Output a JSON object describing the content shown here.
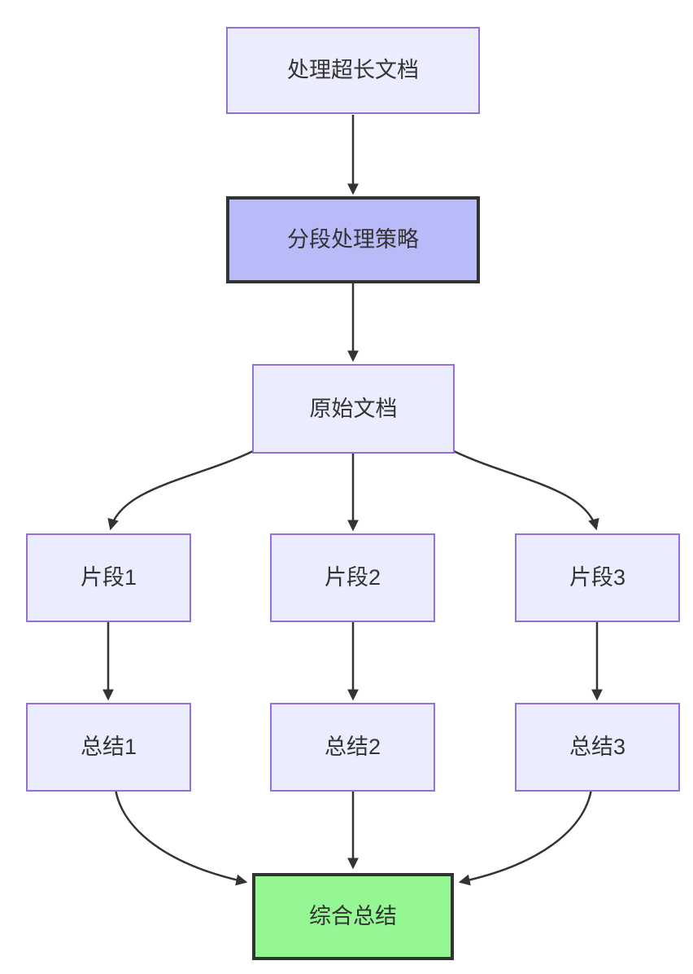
{
  "diagram": {
    "type": "flowchart",
    "direction": "top-down",
    "nodes": {
      "process": {
        "label": "处理超长文档"
      },
      "strategy": {
        "label": "分段处理策略"
      },
      "original": {
        "label": "原始文档"
      },
      "frag1": {
        "label": "片段1"
      },
      "frag2": {
        "label": "片段2"
      },
      "frag3": {
        "label": "片段3"
      },
      "sum1": {
        "label": "总结1"
      },
      "sum2": {
        "label": "总结2"
      },
      "sum3": {
        "label": "总结3"
      },
      "final": {
        "label": "综合总结"
      }
    },
    "edges": [
      {
        "from": "process",
        "to": "strategy"
      },
      {
        "from": "strategy",
        "to": "original"
      },
      {
        "from": "original",
        "to": "frag1"
      },
      {
        "from": "original",
        "to": "frag2"
      },
      {
        "from": "original",
        "to": "frag3"
      },
      {
        "from": "frag1",
        "to": "sum1"
      },
      {
        "from": "frag2",
        "to": "sum2"
      },
      {
        "from": "frag3",
        "to": "sum3"
      },
      {
        "from": "sum1",
        "to": "final"
      },
      {
        "from": "sum2",
        "to": "final"
      },
      {
        "from": "sum3",
        "to": "final"
      }
    ],
    "colors": {
      "bg_color": "#ffffff",
      "node_fill": "#ECECFF",
      "node_border": "#9370DB",
      "emphasis_fill": "#B9BBF8",
      "emphasis_border": "#333333",
      "final_fill": "#94F794",
      "final_border": "#333333",
      "edge_color": "#333333",
      "text_color": "#333333"
    }
  }
}
